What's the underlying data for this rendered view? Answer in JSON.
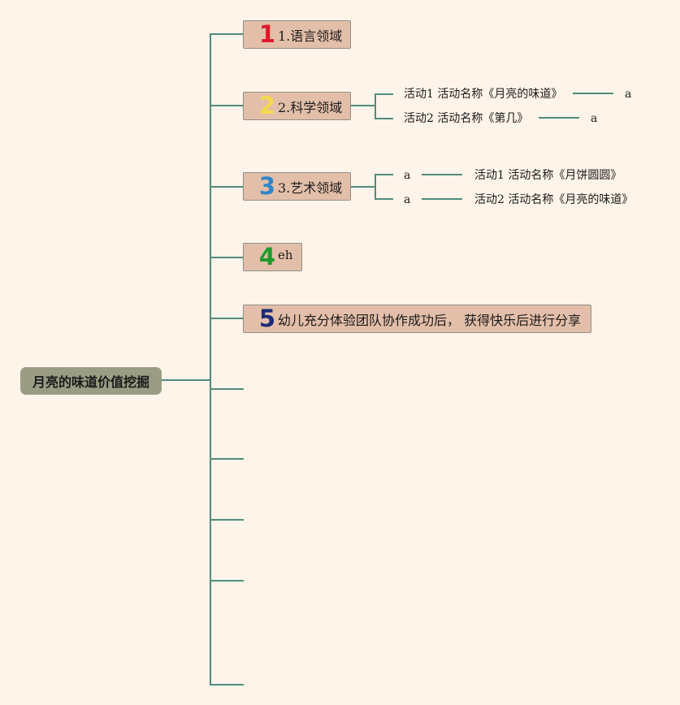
{
  "root": {
    "label": "月亮的味道价值挖掘"
  },
  "topics": [
    {
      "number": "1",
      "number_color": "#e0182c",
      "label": "1.语言领域"
    },
    {
      "number": "2",
      "number_color": "#f5da4a",
      "label": "2.科学领域",
      "children": [
        {
          "text": "活动1 活动名称《月亮的味道》",
          "note": "a"
        },
        {
          "text": "活动2 活动名称《第几》",
          "note": "a"
        }
      ]
    },
    {
      "number": "3",
      "number_color": "#2f86c8",
      "label": "3.艺术领域",
      "children": [
        {
          "note": "a",
          "text": "活动1 活动名称《月饼圆圆》"
        },
        {
          "note": "a",
          "text": "活动2 活动名称《月亮的味道》"
        }
      ]
    },
    {
      "number": "4",
      "number_color": "#1d9a2c",
      "label": "eh"
    },
    {
      "number": "5",
      "number_color": "#1a2c78",
      "label": "幼儿充分体验团队协作成功后， 获得快乐后进行分享"
    }
  ],
  "connector_color": "#4f8c7e"
}
